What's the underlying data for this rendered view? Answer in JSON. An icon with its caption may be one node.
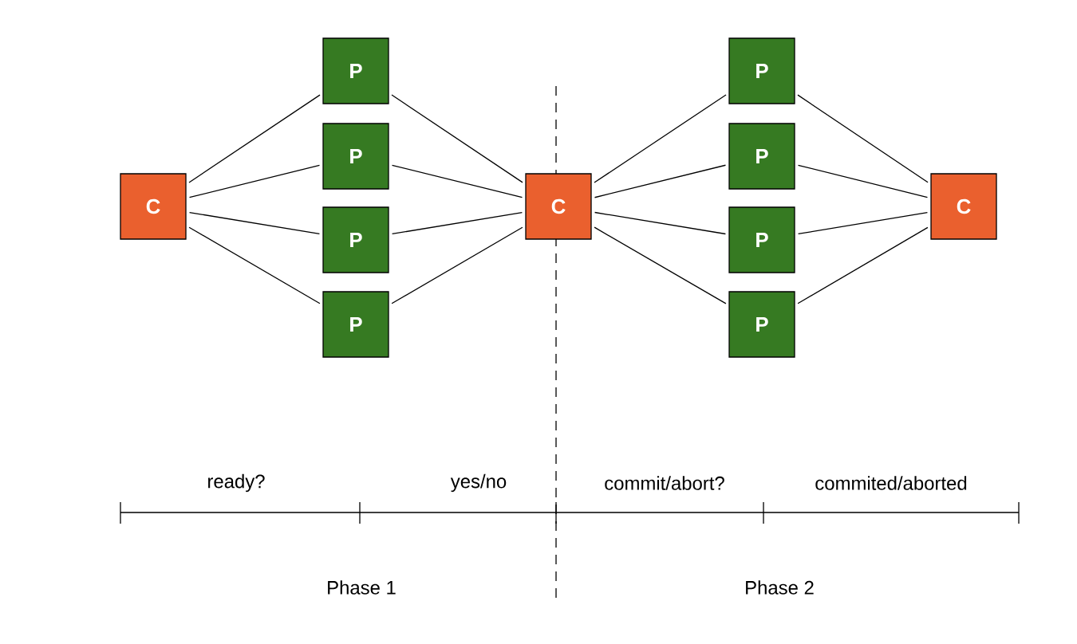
{
  "diagram": {
    "nodes": [
      {
        "text": [
          "C"
        ]
      },
      {
        "text": [
          "P"
        ]
      },
      {
        "text": [
          "P"
        ]
      },
      {
        "text": [
          "P"
        ]
      },
      {
        "text": [
          "P"
        ]
      },
      {
        "text": [
          "C"
        ]
      },
      {
        "text": [
          "P"
        ]
      },
      {
        "text": [
          "P"
        ]
      },
      {
        "text": [
          "P"
        ]
      },
      {
        "text": [
          "P"
        ]
      },
      {
        "text": [
          "C"
        ]
      }
    ],
    "edges": [
      {
        "from": 0,
        "to": 1,
        "arrow": "none"
      },
      {
        "from": 0,
        "to": 2,
        "arrow": "none"
      },
      {
        "from": 0,
        "to": 3,
        "arrow": "none"
      },
      {
        "from": 0,
        "to": 4,
        "arrow": "none"
      },
      {
        "from": 1,
        "to": 5,
        "arrow": "none"
      },
      {
        "from": 2,
        "to": 5,
        "arrow": "none"
      },
      {
        "from": 3,
        "to": 5,
        "arrow": "none"
      },
      {
        "from": 4,
        "to": 5,
        "arrow": "none"
      },
      {
        "from": 5,
        "to": 6,
        "arrow": "none"
      },
      {
        "from": 5,
        "to": 7,
        "arrow": "none"
      },
      {
        "from": 5,
        "to": 8,
        "arrow": "none"
      },
      {
        "from": 5,
        "to": 9,
        "arrow": "none"
      },
      {
        "from": 6,
        "to": 10,
        "arrow": "none"
      },
      {
        "from": 7,
        "to": 10,
        "arrow": "none"
      },
      {
        "from": 8,
        "to": 10,
        "arrow": "none"
      },
      {
        "from": 9,
        "to": 10,
        "arrow": "none"
      }
    ],
    "labels": [
      "ready?",
      "yes/no",
      "commit/abort?",
      "commited/aborted",
      "Phase 1",
      "Phase 2"
    ]
  }
}
